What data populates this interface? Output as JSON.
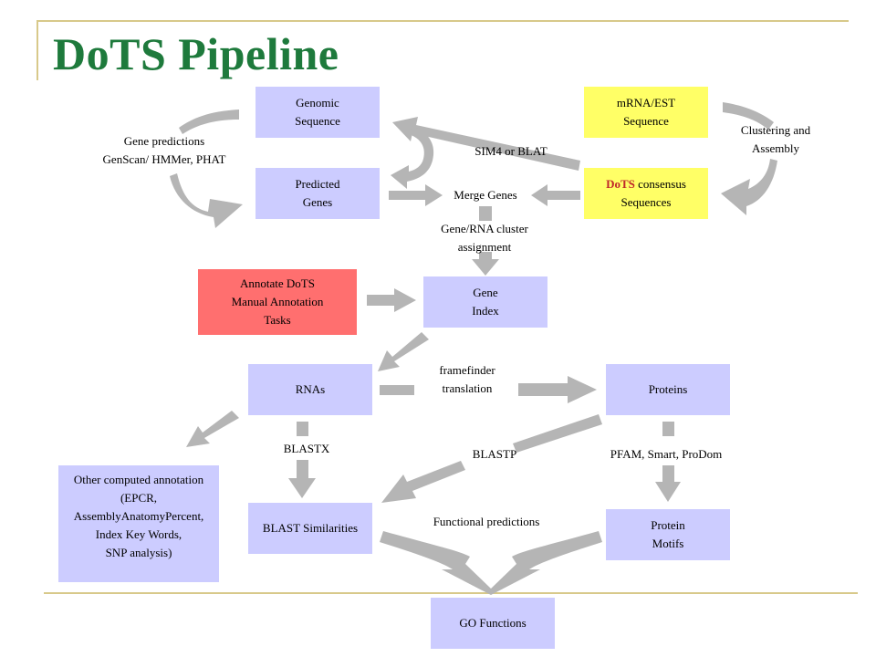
{
  "slide": {
    "title": "DoTS Pipeline"
  },
  "nodes": {
    "genomic_sequence": "Genomic\nSequence",
    "mrna_est_sequence": "mRNA/EST\nSequence",
    "predicted_genes": "Predicted\nGenes",
    "dots_consensus_prefix": "DoTS",
    "dots_consensus_rest": " consensus\nSequences",
    "annotate_dots": "Annotate DoTS\nManual Annotation\nTasks",
    "gene_index": "Gene\nIndex",
    "rnas": "RNAs",
    "proteins": "Proteins",
    "other_annotation": "Other computed annotation\n(EPCR,\nAssemblyAnatomyPercent,\nIndex Key Words,\nSNP analysis)",
    "blast_similarities": "BLAST Similarities",
    "protein_motifs": "Protein\nMotifs",
    "go_functions": "GO Functions"
  },
  "edge_labels": {
    "gene_predictions": "Gene predictions\nGenScan/ HMMer, PHAT",
    "clustering_assembly": "Clustering and\nAssembly",
    "sim4_blat": "SIM4  or BLAT",
    "merge_genes": "Merge Genes",
    "cluster_assignment": "Gene/RNA cluster\nassignment",
    "framefinder": "framefinder\ntranslation",
    "blastx": "BLASTX",
    "blastp": "BLASTP",
    "pfam": "PFAM, Smart, ProDom",
    "functional_predictions": "Functional predictions"
  },
  "colors": {
    "title": "#1e7a3c",
    "box_lavender": "#ccccff",
    "box_yellow": "#ffff66",
    "box_red": "#ff6f6f",
    "arrow_gray": "#b5b5b5",
    "frame_line": "#d8c98a"
  }
}
